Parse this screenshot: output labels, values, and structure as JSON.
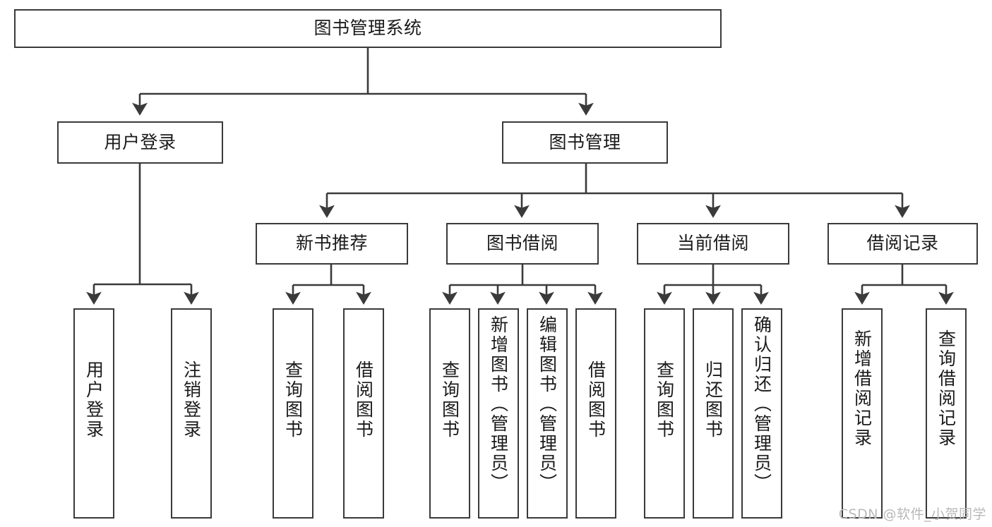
{
  "diagram": {
    "title": "图书管理系统",
    "type": "tree-hierarchy-chart",
    "colors": {
      "box_border": "#3a3a3a",
      "box_fill": "#ffffff",
      "connector": "#3a3a3a",
      "text": "#1a1a1a",
      "watermark": "#b9b9b9",
      "background": "#ffffff"
    },
    "root": {
      "label": "图书管理系统"
    },
    "level1": [
      {
        "label": "用户登录"
      },
      {
        "label": "图书管理"
      }
    ],
    "level2": [
      {
        "label": "新书推荐"
      },
      {
        "label": "图书借阅"
      },
      {
        "label": "当前借阅"
      },
      {
        "label": "借阅记录"
      }
    ],
    "leaves": {
      "user_login": [
        {
          "label": "用户登录"
        },
        {
          "label": "注销登录"
        }
      ],
      "new_book_recommend": [
        {
          "label": "查询图书"
        },
        {
          "label": "借阅图书"
        }
      ],
      "book_borrow": [
        {
          "label": "查询图书"
        },
        {
          "label": "新增图书（管理员）"
        },
        {
          "label": "编辑图书（管理员）"
        },
        {
          "label": "借阅图书"
        }
      ],
      "current_borrow": [
        {
          "label": "查询图书"
        },
        {
          "label": "归还图书"
        },
        {
          "label": "确认归还（管理员）"
        }
      ],
      "borrow_record": [
        {
          "label": "新增借阅记录"
        },
        {
          "label": "查询借阅记录"
        }
      ]
    }
  },
  "watermark": {
    "text": "CSDN @软件_小贺同学"
  }
}
